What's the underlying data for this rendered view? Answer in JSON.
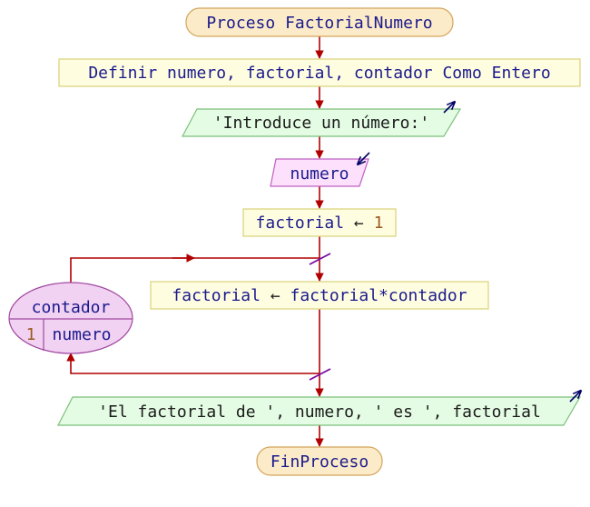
{
  "diagram": {
    "start": "Proceso FactorialNumero",
    "define": "Definir numero, factorial, contador Como Entero",
    "prompt": "'Introduce un número:'",
    "read_var": "numero",
    "assign_init": {
      "var": "factorial",
      "arrow": "←",
      "value": "1"
    },
    "loop": {
      "var": "contador",
      "from": "1",
      "to": "numero"
    },
    "assign_body": {
      "var": "factorial",
      "arrow": "←",
      "expr": "factorial*contador"
    },
    "output": "'El factorial de ', numero, ' es ', factorial",
    "end": "FinProceso",
    "colors": {
      "line": "#b00000",
      "terminal_fill": "#fcebc8",
      "terminal_stroke": "#d3a55c",
      "process_fill": "#fffde0",
      "process_stroke": "#d8d27a",
      "output_fill": "#e4fbe4",
      "output_stroke": "#7cc07c",
      "input_fill": "#fce0fc",
      "input_stroke": "#c060c0",
      "loop_fill": "#f2d2f2",
      "loop_stroke": "#a048a0",
      "blue_text": "#1a1a8c",
      "number_text": "#9a5a1e",
      "io_arrow": "#000066",
      "loop_tick": "#7a0aa0"
    }
  }
}
